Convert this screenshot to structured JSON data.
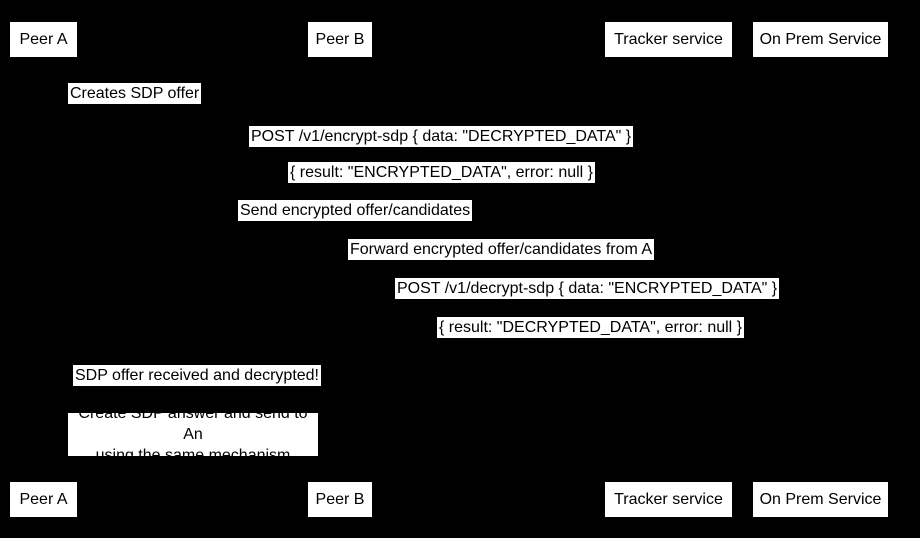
{
  "diagram": {
    "type": "sequence-diagram",
    "background_color": "#000000",
    "box_fill_color": "#ffffff",
    "text_color": "#000000"
  },
  "actors": [
    {
      "label": "Peer A"
    },
    {
      "label": "Peer B"
    },
    {
      "label": "Tracker service"
    },
    {
      "label": "On Prem Service"
    }
  ],
  "messages": [
    {
      "text": "Creates SDP offer"
    },
    {
      "text": "POST /v1/encrypt-sdp { data: \"DECRYPTED_DATA\" }"
    },
    {
      "text": "{ result: \"ENCRYPTED_DATA\", error: null }"
    },
    {
      "text": "Send encrypted offer/candidates"
    },
    {
      "text": "Forward encrypted offer/candidates from A"
    },
    {
      "text": "POST /v1/decrypt-sdp { data: \"ENCRYPTED_DATA\" }"
    },
    {
      "text": "{ result: \"DECRYPTED_DATA\", error: null }"
    },
    {
      "text": "SDP offer received and decrypted!"
    }
  ],
  "note": {
    "line1": "Create SDP answer and send to An",
    "line2": "using the same mechanism"
  }
}
